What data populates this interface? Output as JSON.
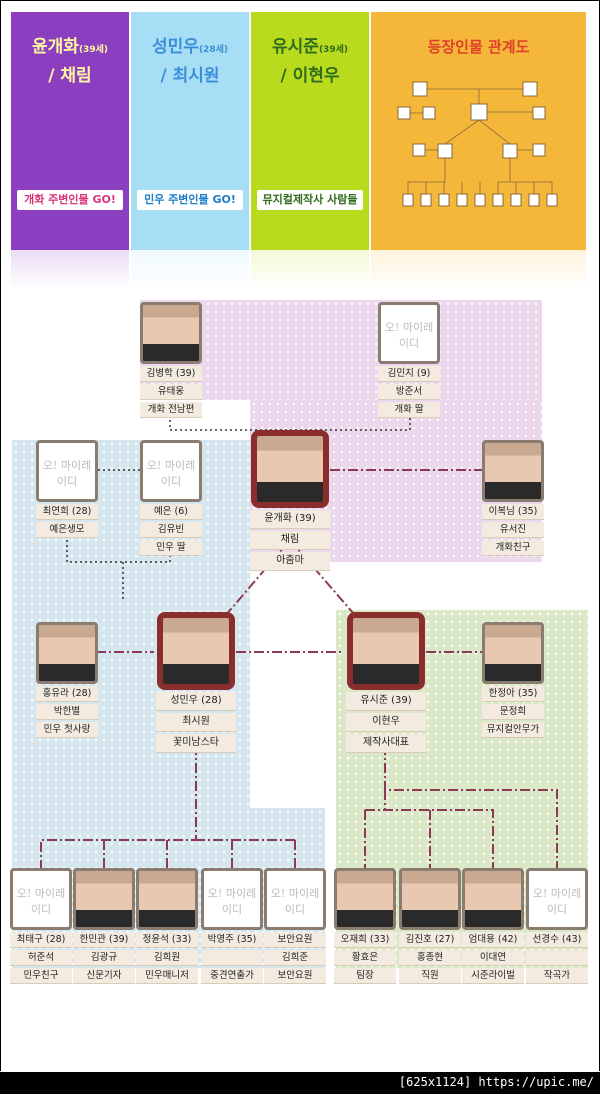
{
  "tabs": [
    {
      "title_name": "윤개화",
      "title_age": "(39세)",
      "title_actor": "/ 채림",
      "button": "개화 주변인물 GO!"
    },
    {
      "title_name": "성민우",
      "title_age": "(28세)",
      "title_actor": "/ 최시원",
      "button": "민우 주변인물 GO!"
    },
    {
      "title_name": "유시준",
      "title_age": "(39세)",
      "title_actor": "/ 이현우",
      "button": "뮤지컬제작사 사람들"
    },
    {
      "title_name": "등장인물 관계도",
      "title_age": "",
      "title_actor": "",
      "button": ""
    }
  ],
  "placeholder_logo": "오! 마이레이디",
  "people": [
    {
      "id": "kimbyunghak",
      "lines": [
        "김병학 (39)",
        "유태웅",
        "개화 전남편"
      ],
      "photo": true
    },
    {
      "id": "kimminji",
      "lines": [
        "김민지 (9)",
        "방준서",
        "개화 딸"
      ],
      "photo": false
    },
    {
      "id": "gaehwa",
      "lines": [
        "윤개화 (39)",
        "채림",
        "아줌마"
      ],
      "photo": true,
      "main": true
    },
    {
      "id": "leebokim",
      "lines": [
        "이복님 (35)",
        "유서진",
        "개화친구"
      ],
      "photo": true
    },
    {
      "id": "choiyeonhee",
      "lines": [
        "최연희 (28)",
        "예은생모"
      ],
      "photo": false
    },
    {
      "id": "yeeun",
      "lines": [
        "예은 (6)",
        "김유빈",
        "민우 딸"
      ],
      "photo": false
    },
    {
      "id": "minwoo",
      "lines": [
        "성민우 (28)",
        "최시원",
        "꽃미남스타"
      ],
      "photo": true,
      "main": true
    },
    {
      "id": "sijun",
      "lines": [
        "유시준 (39)",
        "이현우",
        "제작사대표"
      ],
      "photo": true,
      "main": true
    },
    {
      "id": "hongyura",
      "lines": [
        "홍유라 (28)",
        "박한별",
        "민우 첫사랑"
      ],
      "photo": true
    },
    {
      "id": "hanjunga",
      "lines": [
        "한정아 (35)",
        "문정희",
        "뮤지컬안무가"
      ],
      "photo": true
    },
    {
      "id": "choitaegu",
      "lines": [
        "최태구 (28)",
        "허준석",
        "민우친구"
      ],
      "photo": false
    },
    {
      "id": "hanmingwan",
      "lines": [
        "한민관 (39)",
        "김광규",
        "신문기자"
      ],
      "photo": true
    },
    {
      "id": "jungyunseok",
      "lines": [
        "정윤석 (33)",
        "김희원",
        "민우매니저"
      ],
      "photo": true
    },
    {
      "id": "parkyoungju",
      "lines": [
        "박영주 (35)",
        "",
        "중견연출가"
      ],
      "photo": false
    },
    {
      "id": "boan",
      "lines": [
        "보안요원",
        "김희준",
        "보안요원"
      ],
      "photo": false
    },
    {
      "id": "ohjaehee",
      "lines": [
        "오재희 (33)",
        "황효은",
        "팀장"
      ],
      "photo": true
    },
    {
      "id": "kimjinho",
      "lines": [
        "김진호 (27)",
        "홍종현",
        "직원"
      ],
      "photo": true
    },
    {
      "id": "umdaeyong",
      "lines": [
        "엄대용 (42)",
        "이대연",
        "시준라이벌"
      ],
      "photo": true
    },
    {
      "id": "sungyungsu",
      "lines": [
        "선경수 (43)",
        "",
        "작곡가"
      ],
      "photo": false
    }
  ],
  "footer": {
    "text": "[625x1124] https://upic.me/"
  },
  "colors": {
    "purple": "#8b3fc0",
    "sky": "#a8def5",
    "lime": "#b9db1e",
    "orange": "#f5b73a",
    "line": "#8a3a55",
    "frame": "#8a2d2d"
  }
}
